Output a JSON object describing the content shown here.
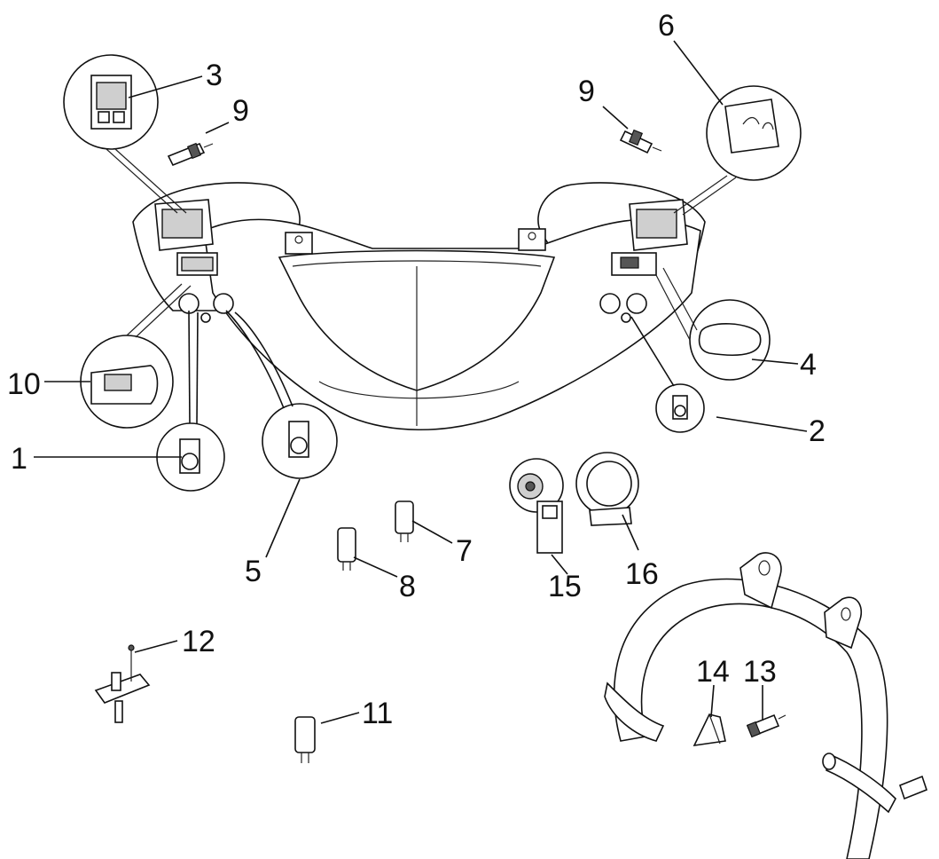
{
  "colors": {
    "ink": "#111111",
    "shade": "#cfcfcf",
    "background": "#ffffff"
  },
  "callouts": {
    "n1": "1",
    "n2": "2",
    "n3": "3",
    "n4": "4",
    "n5": "5",
    "n6": "6",
    "n7": "7",
    "n8": "8",
    "n9a": "9",
    "n9b": "9",
    "n10": "10",
    "n11": "11",
    "n12": "12",
    "n13": "13",
    "n14": "14",
    "n15": "15",
    "n16": "16"
  }
}
